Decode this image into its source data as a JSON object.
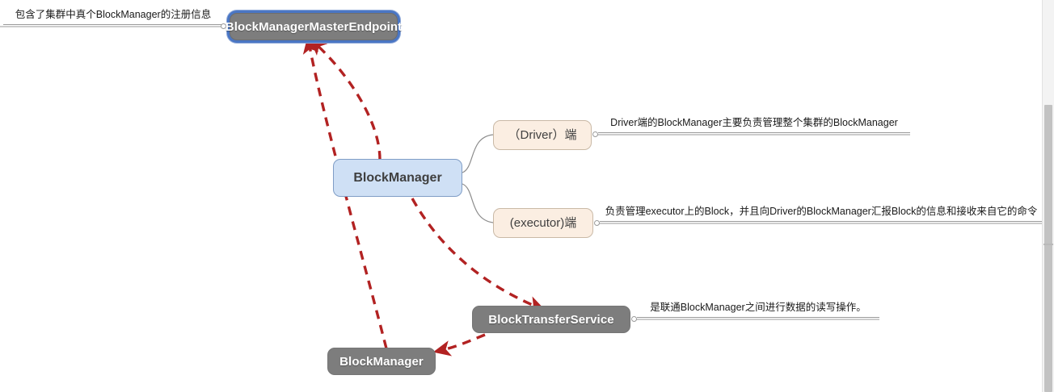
{
  "diagram": {
    "title": "BlockManager mind map",
    "background": "#ffffff",
    "colors": {
      "dark_node": "#7d7d7d",
      "selection_ring": "#4a76c4",
      "blue_node": "#cfe0f5",
      "blue_node_border": "#7f9dc6",
      "peach_node": "#fbeee2",
      "peach_node_border": "#c9b9a6",
      "connector_line": "#9a9a9a",
      "dashed_arrow": "#b22222",
      "note_text": "#1a1a1a"
    },
    "nodes": {
      "master_endpoint": {
        "label": "BlockManagerMasterEndpoint",
        "style": "dark-selected"
      },
      "block_manager_center": {
        "label": "BlockManager",
        "style": "blue"
      },
      "driver_side": {
        "label": "（Driver）端",
        "style": "peach"
      },
      "executor_side": {
        "label": "(executor)端",
        "style": "peach"
      },
      "block_transfer_service": {
        "label": "BlockTransferService",
        "style": "dark"
      },
      "block_manager_bottom": {
        "label": "BlockManager",
        "style": "dark"
      }
    },
    "notes": {
      "master_endpoint_note": "包含了集群中真个BlockManager的注册信息",
      "driver_note": "Driver端的BlockManager主要负责管理整个集群的BlockManager",
      "executor_note": "负责管理executor上的Block，并且向Driver的BlockManager汇报Block的信息和接收来自它的命令",
      "transfer_service_note": "是联通BlockManager之间进行数据的读写操作。"
    },
    "relations": [
      {
        "from": "BlockManager",
        "to": "BlockManagerMasterEndpoint",
        "style": "dashed-arrow"
      },
      {
        "from": "BlockManager",
        "to": "BlockTransferService",
        "style": "dashed-arrow"
      },
      {
        "from": "BlockTransferService",
        "to": "BlockManager",
        "style": "dashed-arrow"
      },
      {
        "from": "BlockManager",
        "to": "BlockManagerMasterEndpoint",
        "style": "dashed-arrow"
      }
    ]
  },
  "scrollbar": {
    "orientation": "vertical",
    "thumb_label": ""
  }
}
